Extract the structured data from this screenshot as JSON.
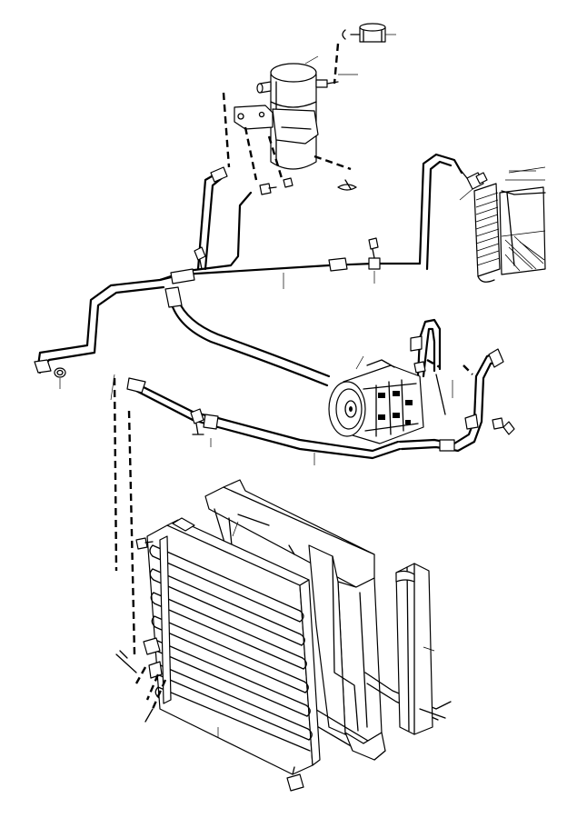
{
  "diagram": {
    "parts": [
      {
        "id": "pressure-switch",
        "icon": "pressure-switch-icon"
      },
      {
        "id": "receiver-drier",
        "icon": "receiver-drier-icon"
      },
      {
        "id": "evaporator",
        "icon": "evaporator-icon"
      },
      {
        "id": "ac-compressor",
        "icon": "compressor-icon"
      },
      {
        "id": "condenser",
        "icon": "condenser-icon"
      },
      {
        "id": "condenser-shroud",
        "icon": "shroud-icon"
      },
      {
        "id": "seal-strip",
        "icon": "seal-strip-icon"
      },
      {
        "id": "refrigerant-lines",
        "icon": "hose-icon"
      }
    ],
    "colors": {
      "line": "#000000",
      "background": "#ffffff"
    }
  }
}
